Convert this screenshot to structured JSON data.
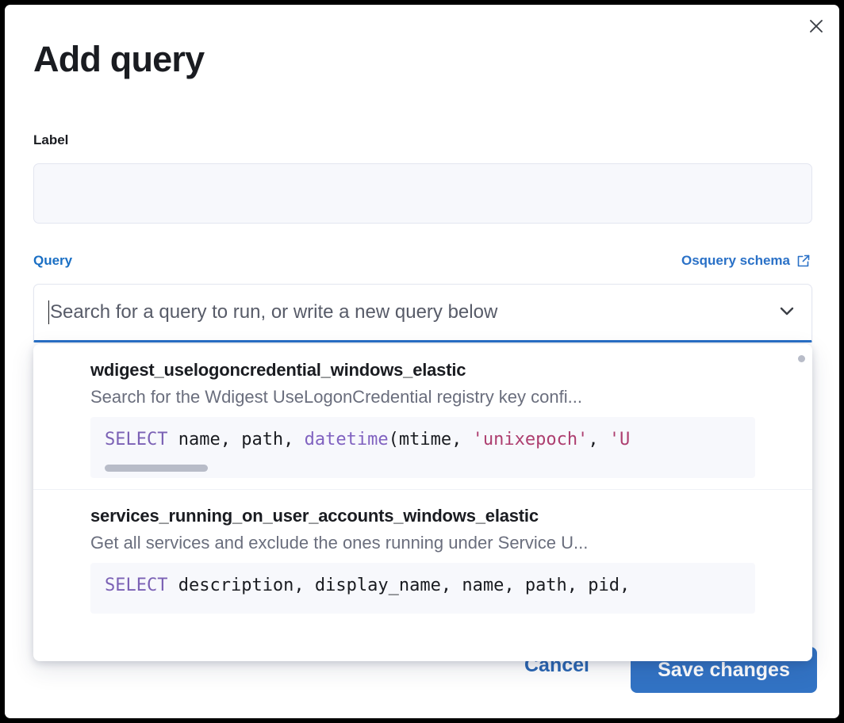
{
  "modal": {
    "title": "Add query",
    "close_icon": "close-icon"
  },
  "label_field": {
    "caption": "Label",
    "value": "",
    "placeholder": ""
  },
  "query_field": {
    "caption": "Query",
    "schema_link_text": "Osquery schema",
    "schema_link_icon": "external-link-icon",
    "combobox_placeholder": "Search for a query to run, or write a new query below",
    "combobox_value": "",
    "chevron_icon": "chevron-down-icon"
  },
  "dropdown": {
    "options": [
      {
        "title": "wdigest_uselogoncredential_windows_elastic",
        "description": "Search for the Wdigest UseLogonCredential registry key confi...",
        "code_segments": [
          {
            "text": "SELECT",
            "kind": "keyword"
          },
          {
            "text": " name, path, ",
            "kind": "plain"
          },
          {
            "text": "datetime",
            "kind": "function"
          },
          {
            "text": "(mtime, ",
            "kind": "plain"
          },
          {
            "text": "'unixepoch'",
            "kind": "string"
          },
          {
            "text": ", ",
            "kind": "plain"
          },
          {
            "text": "'U",
            "kind": "string"
          }
        ],
        "has_code_scrollbar": true
      },
      {
        "title": "services_running_on_user_accounts_windows_elastic",
        "description": "Get all services and exclude the ones running under Service U...",
        "code_segments": [
          {
            "text": "SELECT",
            "kind": "keyword"
          },
          {
            "text": " description, display_name, name, path, pid,",
            "kind": "plain"
          }
        ],
        "has_code_scrollbar": false
      }
    ]
  },
  "footer": {
    "cancel_label": "Cancel",
    "save_label": "Save changes"
  },
  "colors": {
    "accent_blue": "#2a71c7",
    "save_button_blue": "#3273c4",
    "title_dark": "#1a1c21",
    "muted_text": "#6a6e7d",
    "code_background": "#f7f8fc",
    "keyword_purple": "#7b61b5",
    "string_pink": "#ad3e6f"
  }
}
